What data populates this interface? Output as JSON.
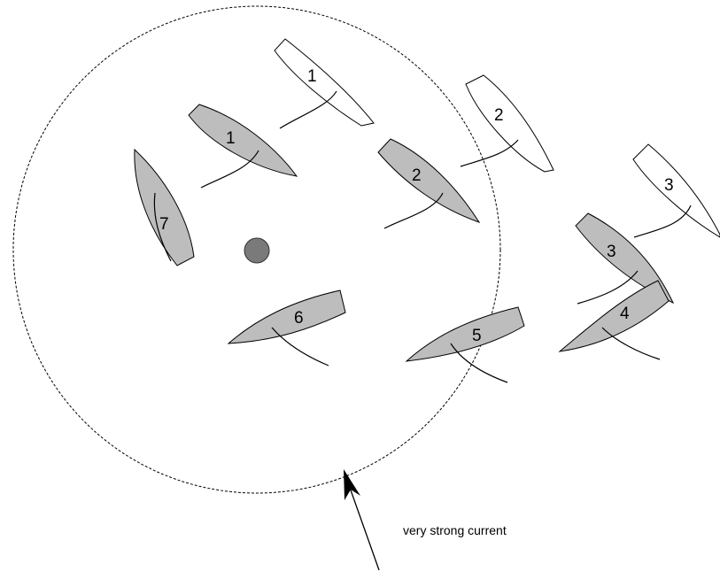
{
  "diagram": {
    "current_label": "very strong current",
    "colors": {
      "gray_boat": "#bdbdbd",
      "white_boat": "#ffffff",
      "mark": "#7a7a7a"
    },
    "boats": [
      {
        "id": "white-1",
        "number": "1",
        "color": "white"
      },
      {
        "id": "white-2",
        "number": "2",
        "color": "white"
      },
      {
        "id": "white-3",
        "number": "3",
        "color": "white"
      },
      {
        "id": "gray-1",
        "number": "1",
        "color": "gray"
      },
      {
        "id": "gray-2",
        "number": "2",
        "color": "gray"
      },
      {
        "id": "gray-3",
        "number": "3",
        "color": "gray"
      },
      {
        "id": "gray-4",
        "number": "4",
        "color": "gray"
      },
      {
        "id": "gray-5",
        "number": "5",
        "color": "gray"
      },
      {
        "id": "gray-6",
        "number": "6",
        "color": "gray"
      },
      {
        "id": "gray-7",
        "number": "7",
        "color": "gray"
      }
    ]
  }
}
